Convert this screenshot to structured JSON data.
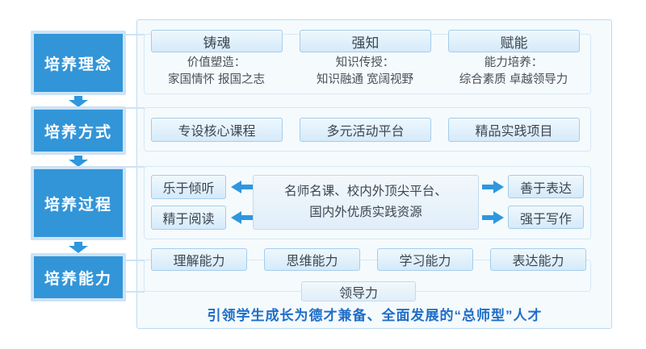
{
  "colors": {
    "stage_fill": "#3295D8",
    "stage_halo": "#CBE3F6",
    "arrow_blue": "#2E97DE",
    "cell_border": "#A5CDEA",
    "panel_border": "#BCDBF0",
    "caption_text": "#1E6EC8"
  },
  "stages": [
    {
      "label": "培养理念"
    },
    {
      "label": "培养方式"
    },
    {
      "label": "培养过程"
    },
    {
      "label": "培养能力"
    }
  ],
  "philosophy": {
    "items": [
      {
        "title": "铸魂",
        "desc1": "价值塑造：",
        "desc2": "家国情怀 报国之志"
      },
      {
        "title": "强知",
        "desc1": "知识传授：",
        "desc2": "知识融通 宽阔视野"
      },
      {
        "title": "赋能",
        "desc1": "能力培养：",
        "desc2": "综合素质 卓越领导力"
      }
    ]
  },
  "methods": {
    "items": [
      {
        "label": "专设核心课程"
      },
      {
        "label": "多元活动平台"
      },
      {
        "label": "精品实践项目"
      }
    ]
  },
  "process": {
    "left": [
      {
        "label": "乐于倾听"
      },
      {
        "label": "精于阅读"
      }
    ],
    "center": {
      "line1": "名师名课、校内外顶尖平台、",
      "line2": "国内外优质实践资源"
    },
    "right": [
      {
        "label": "善于表达"
      },
      {
        "label": "强于写作"
      }
    ]
  },
  "abilities": {
    "items": [
      {
        "label": "理解能力"
      },
      {
        "label": "思维能力"
      },
      {
        "label": "学习能力"
      },
      {
        "label": "表达能力"
      }
    ],
    "bottom": {
      "label": "领导力"
    }
  },
  "caption": "引领学生成长为德才兼备、全面发展的“总师型”人才"
}
